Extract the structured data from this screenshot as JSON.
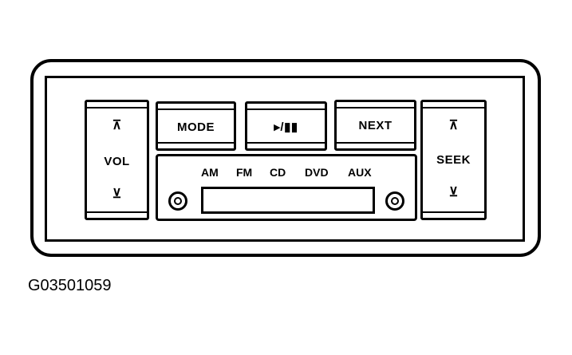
{
  "panel": {
    "vol": {
      "up_arrow": "⊼",
      "label": "VOL",
      "down_arrow": "⊻"
    },
    "seek": {
      "up_arrow": "⊼",
      "label": "SEEK",
      "down_arrow": "⊻"
    },
    "mode_label": "MODE",
    "playpause_label": "▸/▮▮",
    "next_label": "NEXT",
    "sources": [
      "AM",
      "FM",
      "CD",
      "DVD",
      "AUX"
    ]
  },
  "figure_id": "G03501059"
}
